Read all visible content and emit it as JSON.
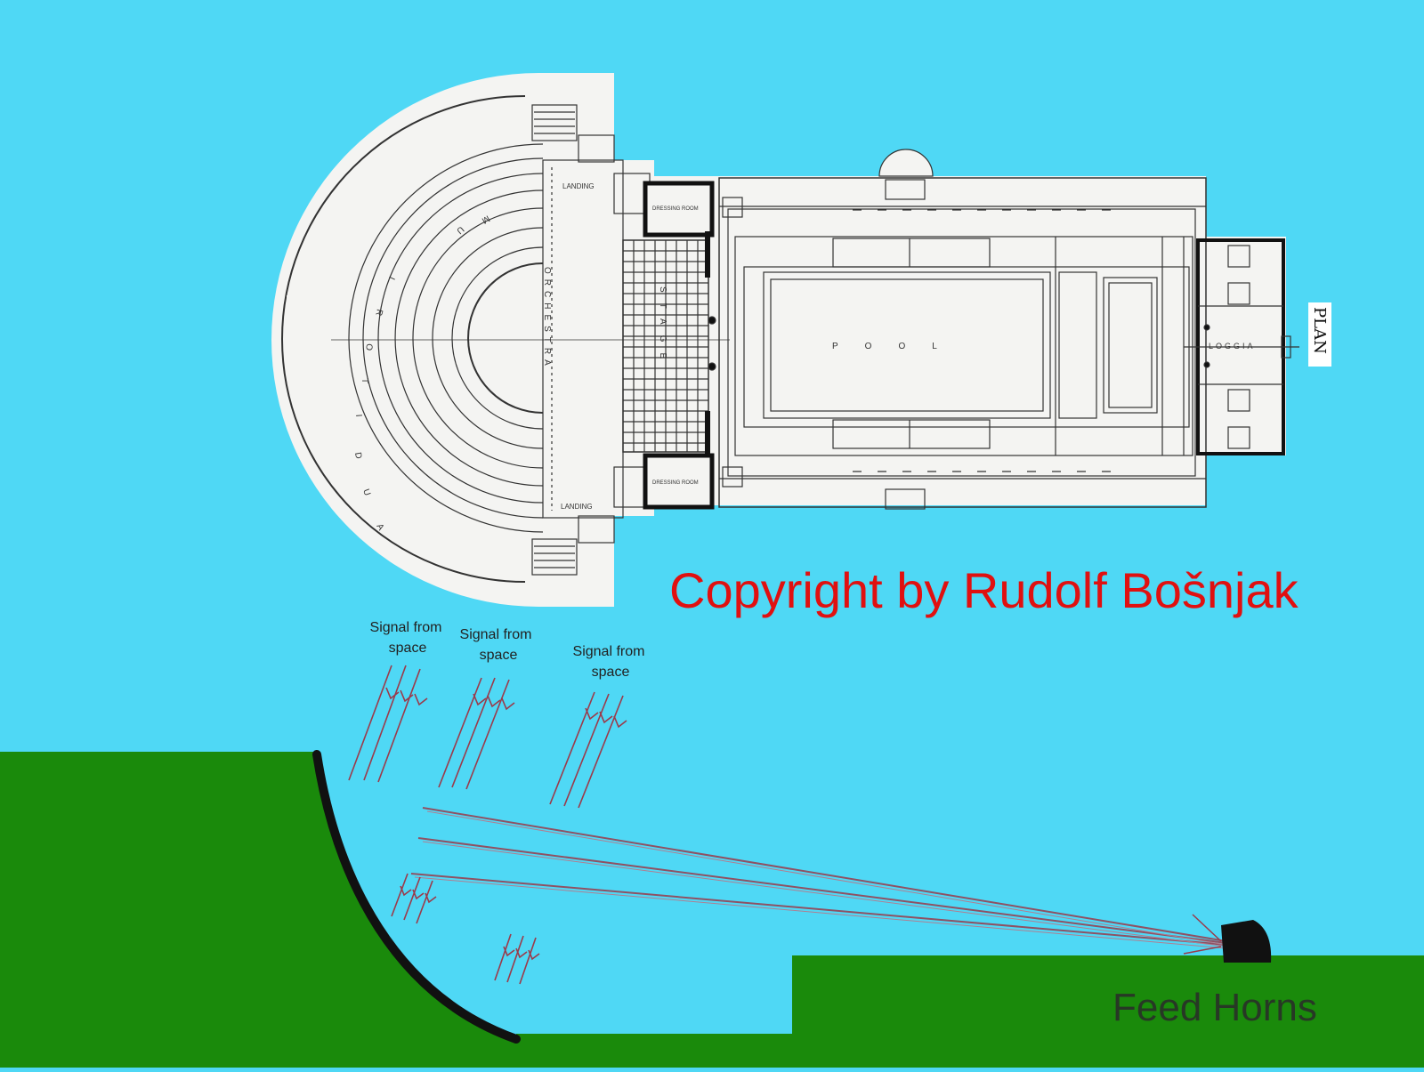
{
  "plan": {
    "side_label": "PLAN",
    "auditorium_letters": [
      "A",
      "U",
      "D",
      "I",
      "T",
      "O",
      "R",
      "I",
      "U",
      "M"
    ],
    "orchestra_label": "ORCHESTRA",
    "stage_label": "STAGE",
    "pool_label": "POOL",
    "loggia_label": "LOGGIA",
    "landing_label": "LANDING",
    "dressing_room_label": "DRESSING ROOM"
  },
  "copyright": "Copyright by Rudolf Bošnjak",
  "signals": [
    {
      "label_line1": "Signal from",
      "label_line2": "space"
    },
    {
      "label_line1": "Signal from",
      "label_line2": "space"
    },
    {
      "label_line1": "Signal from",
      "label_line2": "space"
    }
  ],
  "feed_horns_label": "Feed Horns",
  "colors": {
    "sky": "#4fd8f5",
    "ground": "#1a8a0b",
    "copyright": "#e01010",
    "ray": "#9b3a4a",
    "dish": "#111111",
    "plan_paper": "#f4f4f2"
  }
}
